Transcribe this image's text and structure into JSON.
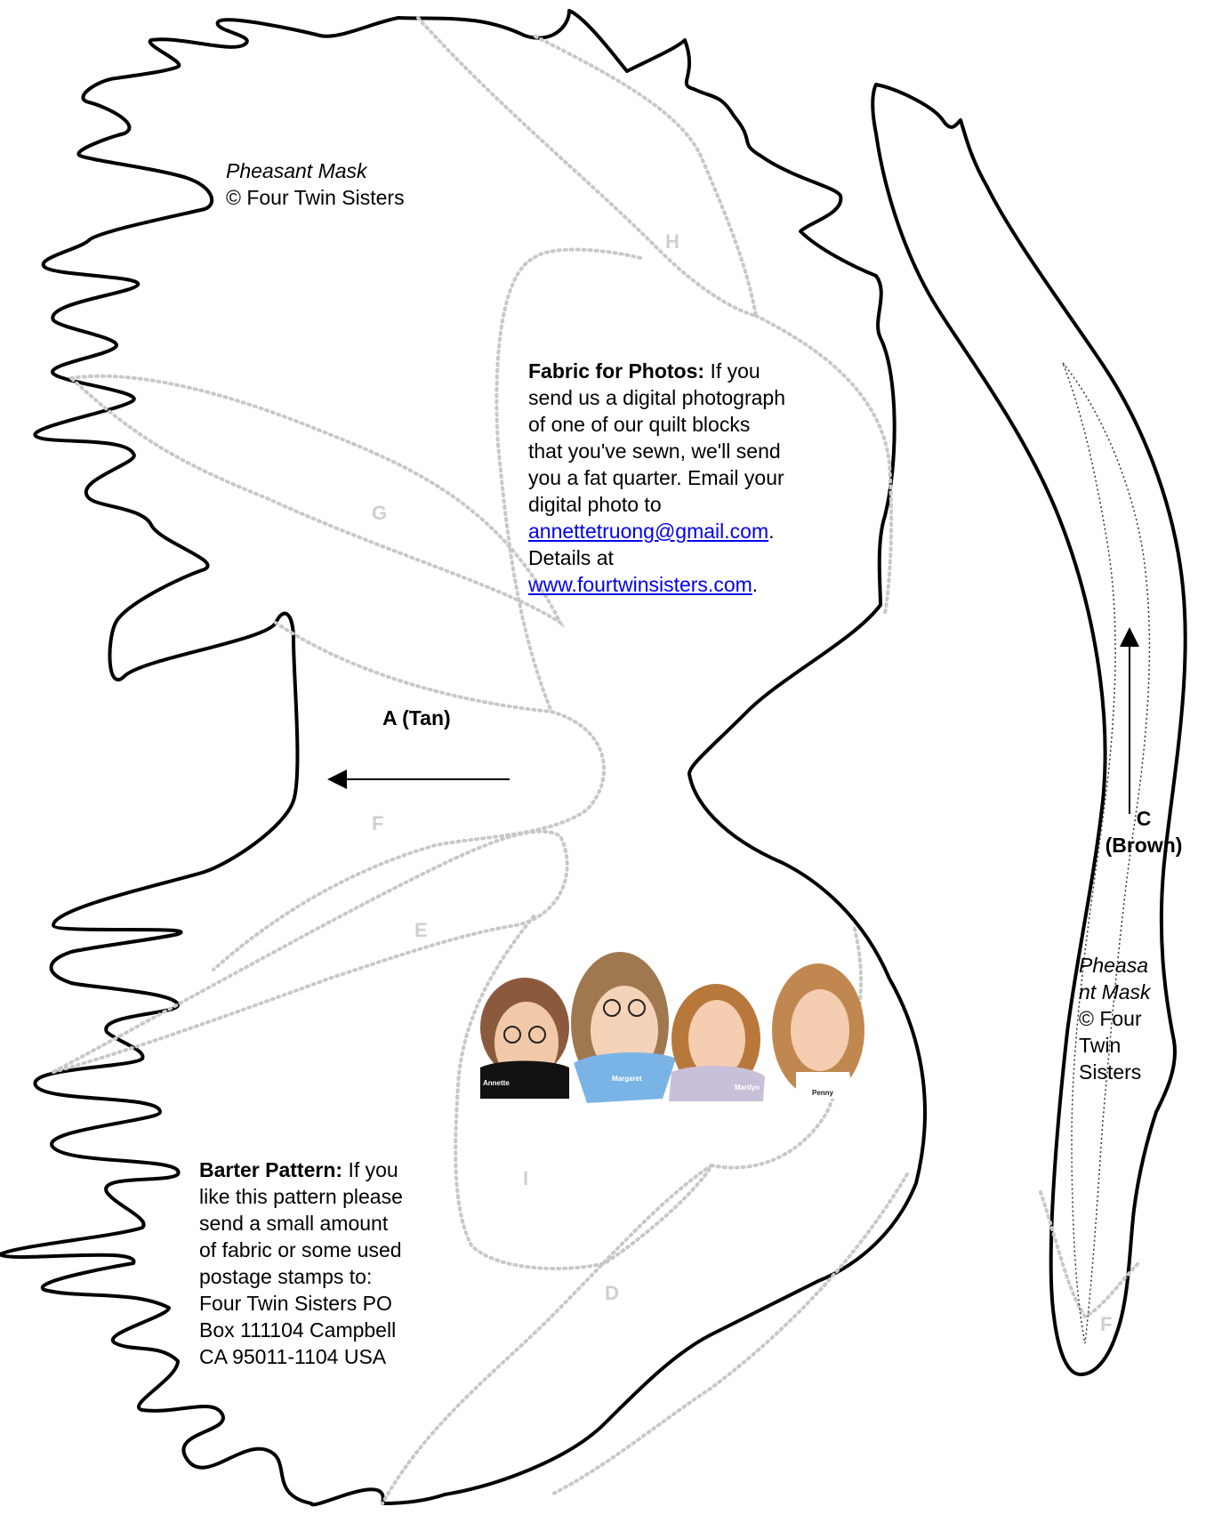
{
  "main_piece": {
    "title": "Pheasant Mask",
    "copyright": "© Four Twin Sisters",
    "piece_label": "A (Tan)"
  },
  "fabric_note": {
    "heading": "Fabric for Photos:",
    "line1_rest": "If you",
    "line2": "send us a digital photograph",
    "line3": "of one of our quilt blocks",
    "line4": "that you've sewn, we'll send",
    "line5": "you a fat quarter. Email your",
    "line6": "digital photo to",
    "email": "annettetruong@gmail.com",
    "details": "Details at",
    "website": "www.fourtwinsisters.com",
    "period": "."
  },
  "barter_note": {
    "heading": "Barter Pattern:",
    "line1_rest": "If you",
    "line2": "like this pattern please",
    "line3": "send a small amount",
    "line4": "of fabric or some used",
    "line5": "postage stamps to:",
    "line6": "Four Twin Sisters PO",
    "line7": "Box 111104 Campbell",
    "line8": "CA 95011-1104 USA"
  },
  "sub_piece_labels": {
    "h": "H",
    "g": "G",
    "f": "F",
    "e": "E",
    "i": "I",
    "d": "D"
  },
  "side_piece": {
    "label_line1": "C",
    "label_line2": "(Brown)",
    "title_line1": "Pheasa",
    "title_line2": "nt Mask",
    "copy_line1": "© Four",
    "copy_line2": "Twin",
    "copy_line3": "Sisters",
    "small_label": "F"
  },
  "portraits": [
    {
      "name": "Annette",
      "hair": "#8b5a3c",
      "shirt": "#111111"
    },
    {
      "name": "Margaret",
      "hair": "#a07850",
      "shirt": "#7ab4e6"
    },
    {
      "name": "Marilyn",
      "hair": "#b8783c",
      "shirt": "#c8c0d8"
    },
    {
      "name": "Penny",
      "hair": "#c08850",
      "shirt": "#ffffff"
    }
  ],
  "colors": {
    "outline": "#000000",
    "dotted_guide": "#c8c8c8",
    "sub_label": "#cfcfcf",
    "link": "#0000ee"
  }
}
